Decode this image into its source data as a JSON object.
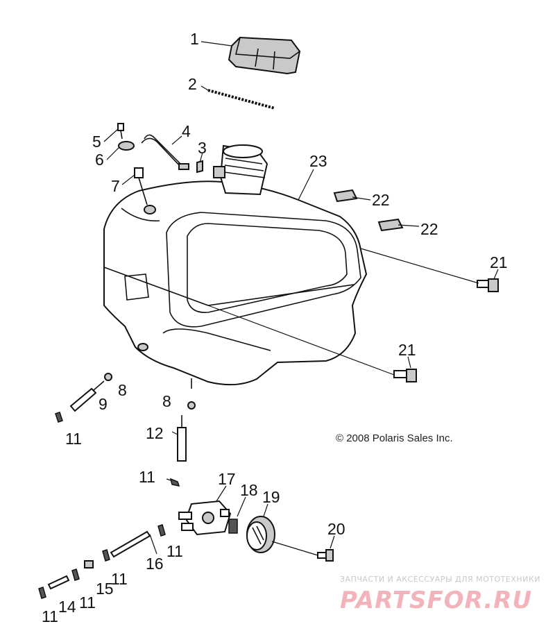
{
  "callouts": {
    "c1": "1",
    "c2": "2",
    "c3": "3",
    "c4": "4",
    "c5": "5",
    "c6": "6",
    "c7": "7",
    "c8a": "8",
    "c8b": "8",
    "c9": "9",
    "c11a": "11",
    "c11b": "11",
    "c11c": "11",
    "c11d": "11",
    "c11e": "11",
    "c11f": "11",
    "c12": "12",
    "c14": "14",
    "c15": "15",
    "c16": "16",
    "c17": "17",
    "c18": "18",
    "c19": "19",
    "c20": "20",
    "c21a": "21",
    "c21b": "21",
    "c22a": "22",
    "c22b": "22",
    "c23": "23"
  },
  "copyright": "© 2008 Polaris Sales Inc.",
  "watermark": {
    "tagline": "ЗАПЧАСТИ И АКСЕССУАРЫ ДЛЯ МОТОТЕХНИКИ",
    "logo": "PARTSFOR.RU"
  }
}
